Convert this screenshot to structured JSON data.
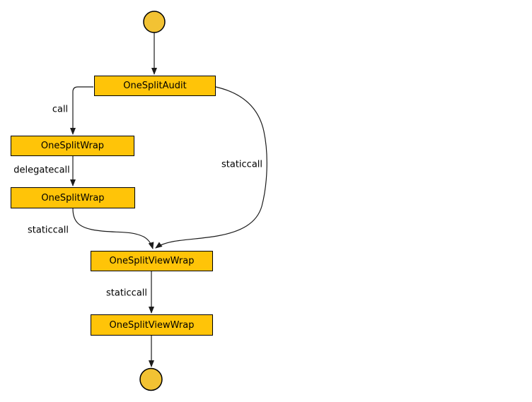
{
  "diagram": {
    "type": "call-trace-flowchart",
    "nodes": [
      {
        "id": "start",
        "kind": "start-circle",
        "label": ""
      },
      {
        "id": "audit",
        "kind": "box",
        "label": "OneSplitAudit"
      },
      {
        "id": "wrap1",
        "kind": "box",
        "label": "OneSplitWrap"
      },
      {
        "id": "wrap2",
        "kind": "box",
        "label": "OneSplitWrap"
      },
      {
        "id": "viewwrap1",
        "kind": "box",
        "label": "OneSplitViewWrap"
      },
      {
        "id": "viewwrap2",
        "kind": "box",
        "label": "OneSplitViewWrap"
      },
      {
        "id": "end",
        "kind": "end-circle",
        "label": ""
      }
    ],
    "edges": [
      {
        "from": "start",
        "to": "audit",
        "label": ""
      },
      {
        "from": "audit",
        "to": "wrap1",
        "label": "call"
      },
      {
        "from": "wrap1",
        "to": "wrap2",
        "label": "delegatecall"
      },
      {
        "from": "wrap2",
        "to": "viewwrap1",
        "label": "staticcall"
      },
      {
        "from": "audit",
        "to": "viewwrap1",
        "label": "staticcall"
      },
      {
        "from": "viewwrap1",
        "to": "viewwrap2",
        "label": "staticcall"
      },
      {
        "from": "viewwrap2",
        "to": "end",
        "label": ""
      }
    ],
    "colors": {
      "background": "#ffffff",
      "node_fill": "#FFC408",
      "terminal_fill": "#F2C233",
      "border": "#000000",
      "edge": "#1c1c1c",
      "text": "#000000"
    }
  }
}
